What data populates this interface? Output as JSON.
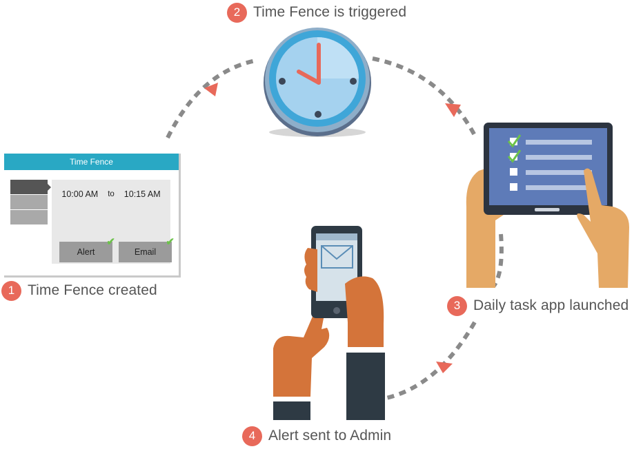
{
  "steps": [
    {
      "number": "1",
      "label": "Time Fence created"
    },
    {
      "number": "2",
      "label": "Time Fence is triggered"
    },
    {
      "number": "3",
      "label": "Daily task app launched"
    },
    {
      "number": "4",
      "label": "Alert sent to Admin"
    }
  ],
  "time_fence_card": {
    "title": "Time Fence",
    "start_time": "10:00 AM",
    "separator": "to",
    "end_time": "10:15 AM",
    "buttons": [
      {
        "label": "Alert",
        "checked": true
      },
      {
        "label": "Email",
        "checked": true
      }
    ]
  },
  "icons": {
    "clock": "clock-icon",
    "tablet": "tablet-checklist-icon",
    "phone": "phone-envelope-icon",
    "check": "checkmark-icon"
  },
  "colors": {
    "badge": "#e8695a",
    "arrow": "#e8695a",
    "dashes": "#8a8a8a",
    "header": "#29a8c4",
    "check": "#6cc24a",
    "label_text": "#555555"
  }
}
